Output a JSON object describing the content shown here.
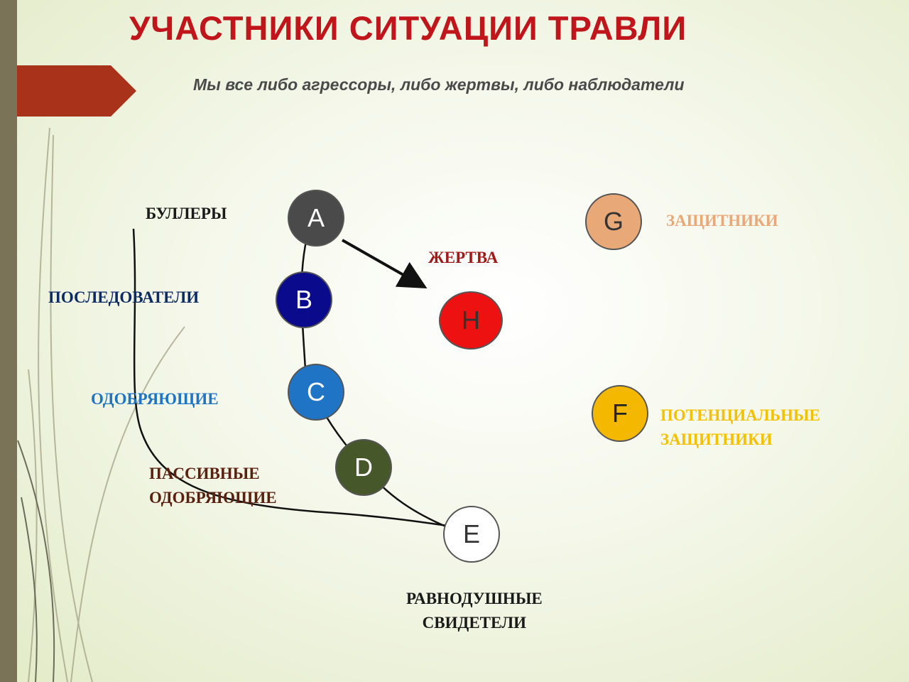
{
  "title": "УЧАСТНИКИ СИТУАЦИИ ТРАВЛИ",
  "subtitle": "Мы все либо агрессоры, либо жертвы, либо наблюдатели",
  "colors": {
    "title": "#c0151b",
    "accent_tab": "#a8321a",
    "side_bar": "#7a7358"
  },
  "nodes": {
    "a": {
      "letter": "A",
      "color": "#4a4a4a",
      "text_color": "#ffffff"
    },
    "b": {
      "letter": "B",
      "color": "#0a0a8c",
      "text_color": "#ffffff"
    },
    "c": {
      "letter": "C",
      "color": "#1f74c6",
      "text_color": "#ffffff"
    },
    "d": {
      "letter": "D",
      "color": "#46582a",
      "text_color": "#ffffff"
    },
    "e": {
      "letter": "E",
      "color": "#ffffff",
      "text_color": "#333333"
    },
    "g": {
      "letter": "G",
      "color": "#e8a878",
      "text_color": "#333333"
    },
    "h": {
      "letter": "H",
      "color": "#ee1111",
      "text_color": "#333333"
    },
    "f": {
      "letter": "F",
      "color": "#f5b800",
      "text_color": "#222222"
    }
  },
  "labels": {
    "bullies": {
      "text": "БУЛЛЕРЫ",
      "color": "#1a1a1a"
    },
    "followers": {
      "text": "ПОСЛЕДОВАТЕЛИ",
      "color": "#0c2a64"
    },
    "approvers": {
      "text": "ОДОБРЯЮЩИЕ",
      "color": "#1f74c6"
    },
    "passive": {
      "line1": "ПАССИВНЫЕ",
      "line2": "ОДОБРЯЮЩИЕ",
      "color": "#5a2010"
    },
    "victim": {
      "text": "ЖЕРТВА",
      "color": "#a01a1a"
    },
    "defenders": {
      "text": "ЗАЩИТНИКИ",
      "color": "#e8a878"
    },
    "potential": {
      "line1": "ПОТЕНЦИАЛЬНЫЕ",
      "line2": "ЗАЩИТНИКИ",
      "color": "#f5c000"
    },
    "indifferent": {
      "line1": "РАВНОДУШНЫЕ",
      "line2": "СВИДЕТЕЛИ",
      "color": "#1a1a1a"
    }
  }
}
